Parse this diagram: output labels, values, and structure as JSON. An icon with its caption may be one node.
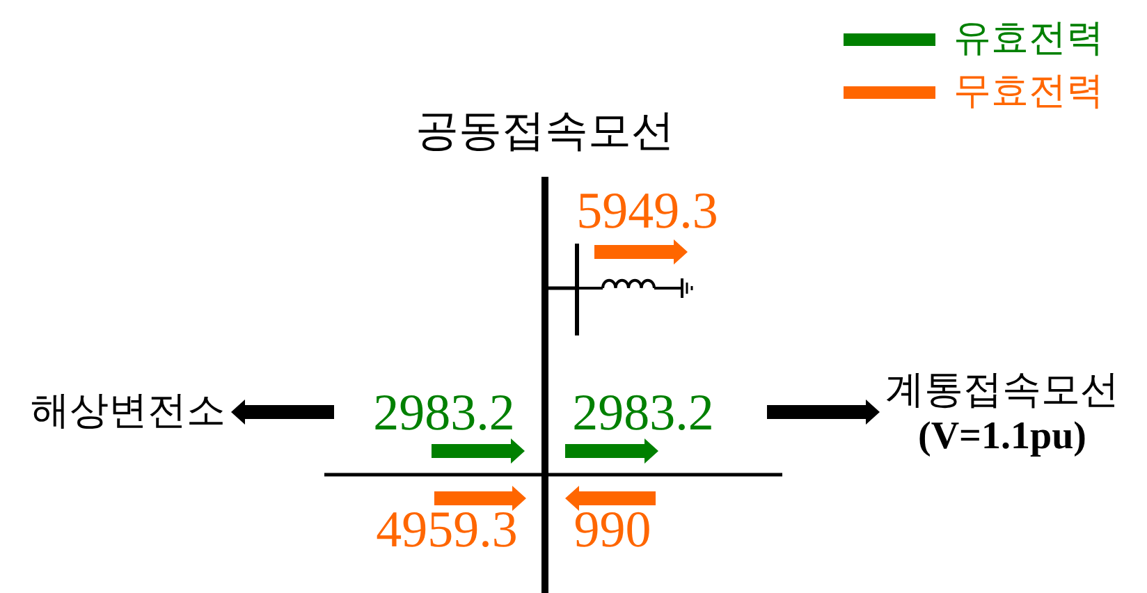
{
  "diagram": {
    "nodes": [
      {
        "text": [
          "공동접속모선"
        ]
      },
      {
        "text": [
          "해상변전소"
        ]
      },
      {
        "text": [
          "계통접속모선",
          "(V=1.1pu)"
        ]
      },
      {
        "text": [],
        "shape": "picture"
      }
    ],
    "edges": [
      {
        "from": 0,
        "to": 3,
        "arrow": "none"
      },
      {
        "from": null,
        "to": 1,
        "arrow": "to"
      },
      {
        "from": null,
        "to": 2,
        "arrow": "to"
      }
    ],
    "labels": [
      "5949.3",
      "2983.2",
      "2983.2",
      "4959.3",
      "990"
    ],
    "legend": [
      {
        "text": "유효전력",
        "color": "#008000"
      },
      {
        "text": "무효전력",
        "color": "#ff6600"
      }
    ]
  }
}
